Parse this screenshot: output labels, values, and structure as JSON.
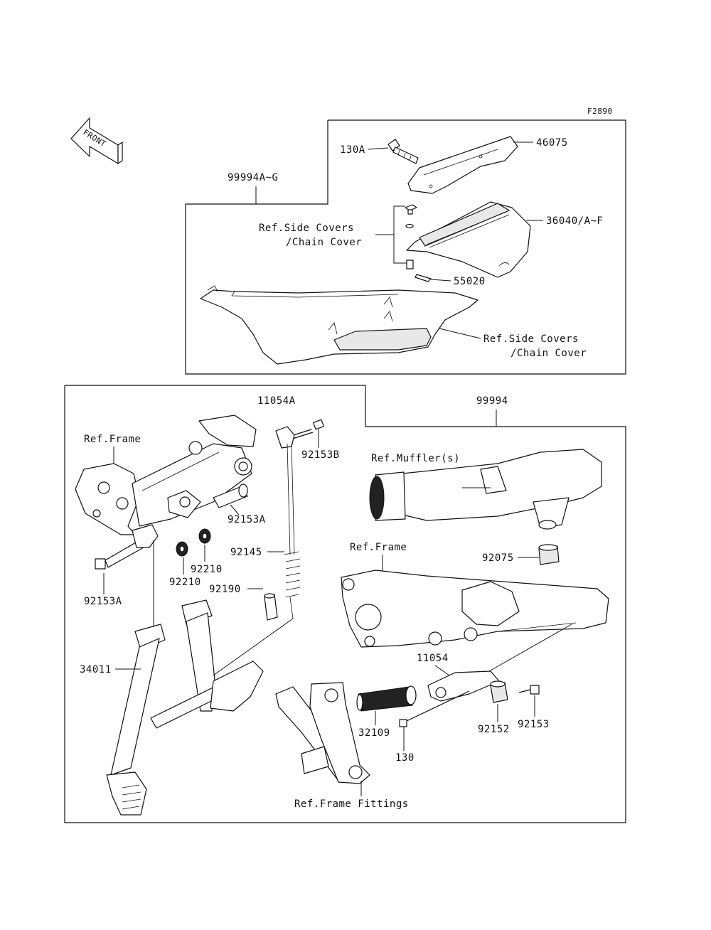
{
  "figure_code": "F2890",
  "front_arrow_label": "FRONT",
  "top_group": {
    "group_label": "99994A~G",
    "labels": {
      "p130A": "130A",
      "p46075": "46075",
      "p36040": "36040/A~F",
      "p55020": "55020",
      "ref_side_covers_1_line1": "Ref.Side Covers",
      "ref_side_covers_1_line2": "/Chain Cover",
      "ref_side_covers_2_line1": "Ref.Side Covers",
      "ref_side_covers_2_line2": "/Chain Cover"
    }
  },
  "bottom_left_group": {
    "group_label": "11054A",
    "labels": {
      "ref_frame": "Ref.Frame",
      "p92153B": "92153B",
      "p92153A_1": "92153A",
      "p92153A_2": "92153A",
      "p92145": "92145",
      "p92210_1": "92210",
      "p92210_2": "92210",
      "p92190": "92190",
      "p34011": "34011"
    }
  },
  "bottom_right_group": {
    "group_label": "99994",
    "labels": {
      "ref_muffler": "Ref.Muffler(s)",
      "ref_frame": "Ref.Frame",
      "p92075": "92075",
      "p11054": "11054",
      "p32109": "32109",
      "p130": "130",
      "p92152": "92152",
      "p92153": "92153",
      "ref_frame_fittings": "Ref.Frame Fittings"
    }
  }
}
